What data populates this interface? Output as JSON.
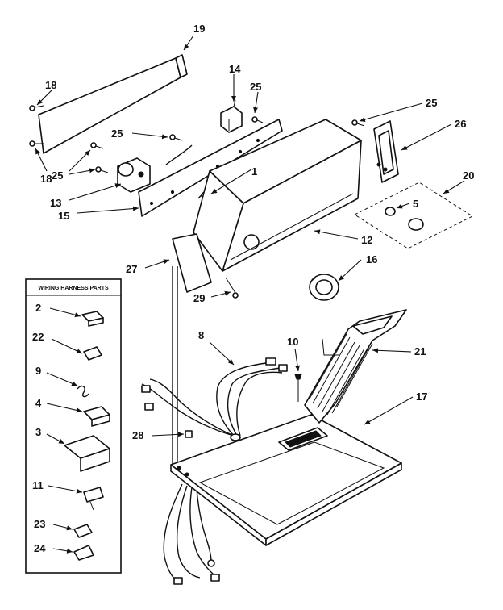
{
  "callouts": {
    "c1": "1",
    "c2": "2",
    "c3": "3",
    "c4": "4",
    "c5": "5",
    "c8": "8",
    "c9": "9",
    "c10": "10",
    "c11": "11",
    "c12": "12",
    "c13": "13",
    "c14": "14",
    "c15": "15",
    "c16": "16",
    "c17": "17",
    "c18": "18",
    "c19": "19",
    "c20": "20",
    "c21": "21",
    "c22": "22",
    "c23": "23",
    "c24": "24",
    "c25": "25",
    "c26": "26",
    "c27": "27",
    "c28": "28",
    "c29": "29"
  },
  "wiring_box": {
    "title": "WIRING HARNESS PARTS"
  }
}
